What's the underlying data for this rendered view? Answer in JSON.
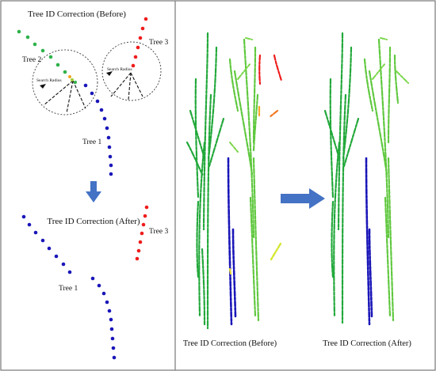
{
  "left_panel": {
    "before_title": "Tree ID Correction (Before)",
    "after_title": "Tree ID Correction (After)",
    "labels": {
      "tree1_before": "Tree 1",
      "tree2_before": "Tree 2",
      "tree3_before": "Tree 3",
      "tree1_after": "Tree 1",
      "tree3_after": "Tree 3",
      "search_radius_left": "Search Radius",
      "search_radius_right": "Search Radius"
    },
    "arrow_icon": "down-arrow-icon"
  },
  "right_panel": {
    "before_caption": "Tree ID Correction (Before)",
    "after_caption": "Tree ID Correction (After)",
    "arrow_icon": "right-arrow-icon"
  },
  "colors": {
    "tree1": "#1a16b8",
    "tree2": "#2fb24a",
    "tree3": "#ef1c1c",
    "arrow": "#4472c4",
    "green_dark": "#22a83a",
    "green_light": "#7ad64a",
    "border": "#777777"
  }
}
